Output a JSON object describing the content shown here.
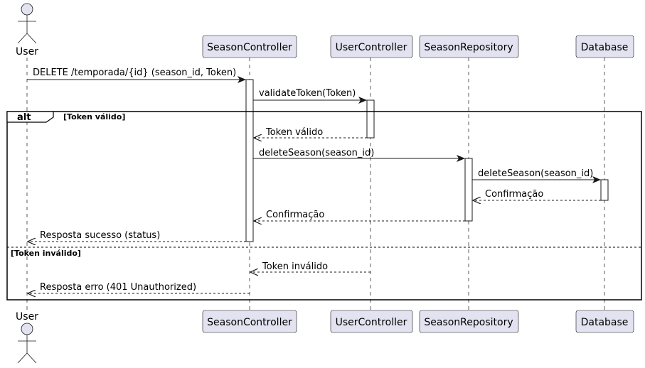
{
  "participants": {
    "user": "User",
    "season_controller": "SeasonController",
    "user_controller": "UserController",
    "season_repository": "SeasonRepository",
    "database": "Database"
  },
  "fragment": {
    "operator": "alt",
    "guard_1": "[Token válido]",
    "guard_2": "[Token inválido]"
  },
  "messages": {
    "m1": "DELETE /temporada/{id} (season_id, Token)",
    "m2": "validateToken(Token)",
    "m3": "Token válido",
    "m4": "deleteSeason(season_id)",
    "m5": "deleteSeason(season_id)",
    "m6": "Confirmação",
    "m7": "Confirmação",
    "m8": "Resposta sucesso (status)",
    "m9": "Token inválido",
    "m10": "Resposta erro (401 Unauthorized)"
  },
  "colors": {
    "participant_fill": "#E2E2F0",
    "participant_border": "#181818",
    "lifeline": "#181818",
    "activation_fill": "#ffffff"
  }
}
